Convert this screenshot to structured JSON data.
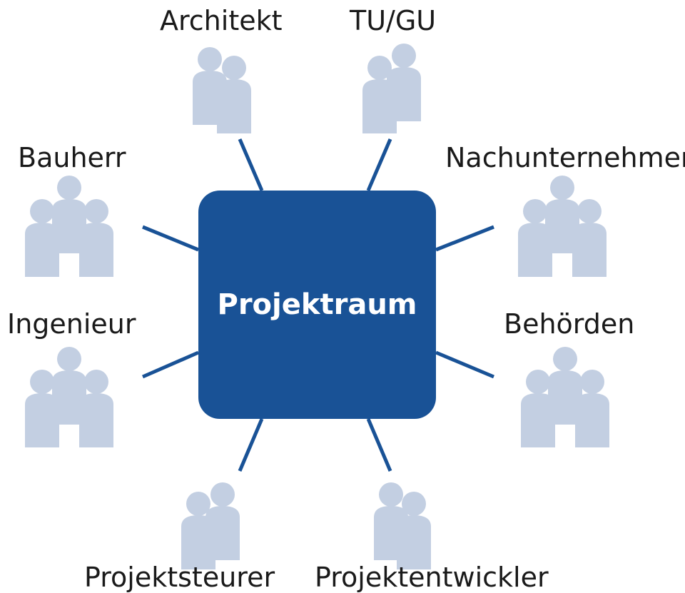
{
  "hub": {
    "label": "Projektraum"
  },
  "colors": {
    "hub": "#195296",
    "connector": "#195296",
    "person": "#c3cfe2",
    "text": "#1a1a1a"
  },
  "participants": [
    {
      "label": "Architekt",
      "icon": "two-persons-icon"
    },
    {
      "label": "TU/GU",
      "icon": "two-persons-icon"
    },
    {
      "label": "Bauherr",
      "icon": "three-persons-icon"
    },
    {
      "label": "Nachunternehmer",
      "icon": "three-persons-icon"
    },
    {
      "label": "Ingenieur",
      "icon": "three-persons-icon"
    },
    {
      "label": "Behörden",
      "icon": "three-persons-icon"
    },
    {
      "label": "Projektsteurer",
      "icon": "two-persons-icon"
    },
    {
      "label": "Projektentwickler",
      "icon": "two-persons-icon"
    }
  ]
}
